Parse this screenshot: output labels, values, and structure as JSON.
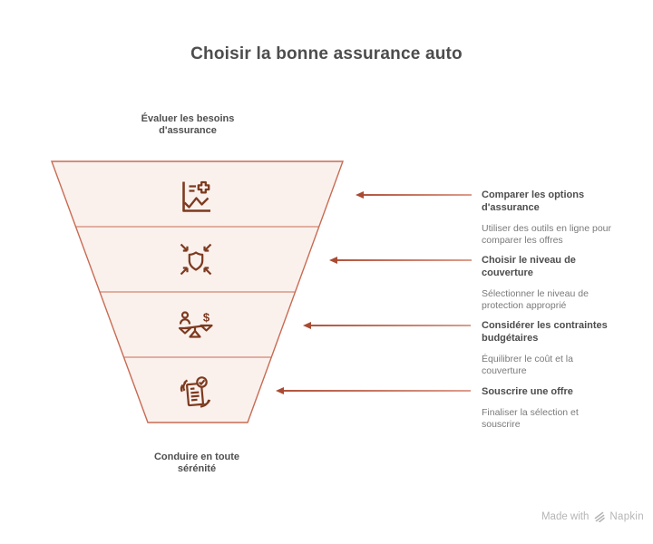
{
  "title": "Choisir la bonne assurance auto",
  "funnel": {
    "top_label": "Évaluer les besoins d'assurance",
    "top_label_lines": [
      "Évaluer les besoins",
      "d'assurance"
    ],
    "bottom_label": "Conduire en toute sérénité",
    "bottom_label_lines": [
      "Conduire en toute",
      "sérénité"
    ],
    "levels": 4
  },
  "steps": [
    {
      "icon": "chart-plus-icon",
      "title": "Comparer les options d'assurance",
      "title_lines": [
        "Comparer les options",
        "d'assurance"
      ],
      "description": "Utiliser des outils en ligne pour comparer les offres",
      "description_lines": [
        "Utiliser des outils en ligne pour",
        "comparer les offres"
      ]
    },
    {
      "icon": "shield-converge-icon",
      "title": "Choisir le niveau de couverture",
      "title_lines": [
        "Choisir le niveau de",
        "couverture"
      ],
      "description": "Sélectionner le niveau de protection approprié",
      "description_lines": [
        "Sélectionner le niveau de",
        "protection approprié"
      ]
    },
    {
      "icon": "balance-cost-icon",
      "title": "Considérer les contraintes budgétaires",
      "title_lines": [
        "Considérer les contraintes",
        "budgétaires"
      ],
      "description": "Équilibrer le coût et la couverture",
      "description_lines": [
        "Équilibrer le coût et la",
        "couverture"
      ]
    },
    {
      "icon": "contract-sign-icon",
      "title": "Souscrire une offre",
      "title_lines": [
        "Souscrire une offre"
      ],
      "description": "Finaliser la sélection et souscrire",
      "description_lines": [
        "Finaliser la sélection et",
        "souscrire"
      ]
    }
  ],
  "watermark": {
    "prefix": "Made with",
    "brand": "Napkin"
  },
  "colors": {
    "funnel_fill": "#faf1ed",
    "funnel_stroke": "#c86b53",
    "icon_stroke": "#7d3a1f",
    "arrow_dark": "#aa4a33",
    "arrow_light": "#dd9d8c",
    "heading_text": "#4d4d4d",
    "body_text": "#7a7a7a",
    "watermark_text": "#b5b5b5"
  }
}
